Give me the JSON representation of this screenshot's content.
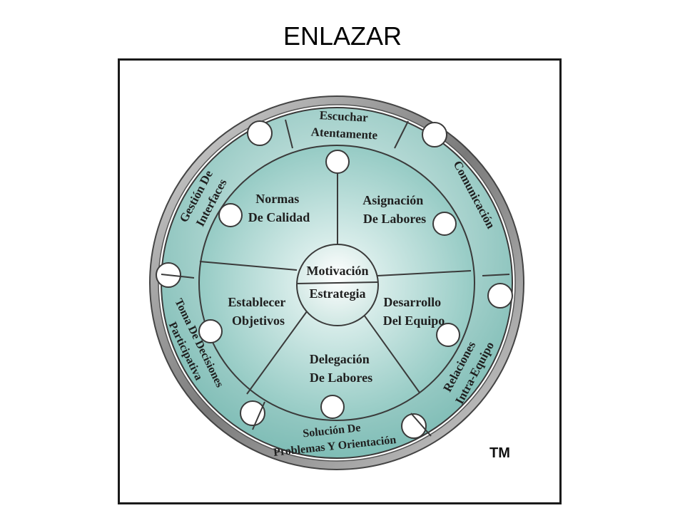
{
  "slide": {
    "title": "ENLAZAR"
  },
  "wheel": {
    "outer_segments": [
      {
        "id": "escuchar",
        "lines": [
          "Escuchar",
          "Atentamente"
        ]
      },
      {
        "id": "comunicacion",
        "lines": [
          "Comunicación"
        ]
      },
      {
        "id": "relaciones",
        "lines": [
          "Relaciones",
          "Intra-Equipo"
        ]
      },
      {
        "id": "solucion",
        "lines": [
          "Solución De",
          "Problemas Y Orientación"
        ]
      },
      {
        "id": "toma",
        "lines": [
          "Toma De Decisiones",
          "Participativa"
        ]
      },
      {
        "id": "gestion",
        "lines": [
          "Gestión De",
          "Interfaces"
        ]
      }
    ],
    "inner_segments": [
      {
        "id": "normas",
        "lines": [
          "Normas",
          "De Calidad"
        ]
      },
      {
        "id": "asignacion",
        "lines": [
          "Asignación",
          "De Labores"
        ]
      },
      {
        "id": "desarrollo",
        "lines": [
          "Desarrollo",
          "Del Equipo"
        ]
      },
      {
        "id": "delegacion",
        "lines": [
          "Delegación",
          "De Labores"
        ]
      },
      {
        "id": "establecer",
        "lines": [
          "Establecer",
          "Objetivos"
        ]
      }
    ],
    "center": {
      "top": "Motivación",
      "bottom": "Estrategia"
    }
  },
  "trademark": "TM",
  "colors": {
    "teal_dark": "#7fbdb6",
    "teal_mid": "#a9d4cf",
    "teal_light": "#d6ebe8",
    "ring_gray": "#8a8a8a",
    "outline": "#3a3a3a"
  }
}
